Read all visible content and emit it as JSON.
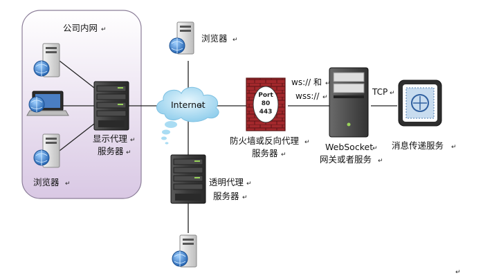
{
  "diagram": {
    "intranet": {
      "title": "公司内网"
    },
    "labels": {
      "browser_top": "浏览器",
      "browser_left": "浏览器",
      "explicit_proxy_line1": "显示代理",
      "explicit_proxy_line2": "服务器",
      "internet": "Internet",
      "transparent_proxy_line1": "透明代理",
      "transparent_proxy_line2": "服务器",
      "firewall_line1": "防火墙或反向代理",
      "firewall_line2": "服务器",
      "ws_line1": "ws:// 和",
      "ws_line2": "wss://",
      "gateway_line1": "WebSocket",
      "gateway_line2": "网关或者服务",
      "tcp": "TCP",
      "messaging": "消息传递服务"
    },
    "firewall_badge": {
      "line1": "Port",
      "line2": "80",
      "line3": "443"
    },
    "paragraph_mark": "↵",
    "colors": {
      "intranet_fill_top": "#ffffff",
      "intranet_fill_bottom": "#d9c8e4",
      "intranet_border": "#7a6a8a",
      "connector": "#222222",
      "cloud": "#a9dcf3",
      "firewall_brick": "#a3282c",
      "server_dark": "#3a3a3a",
      "globe": "#2f78c9"
    }
  }
}
